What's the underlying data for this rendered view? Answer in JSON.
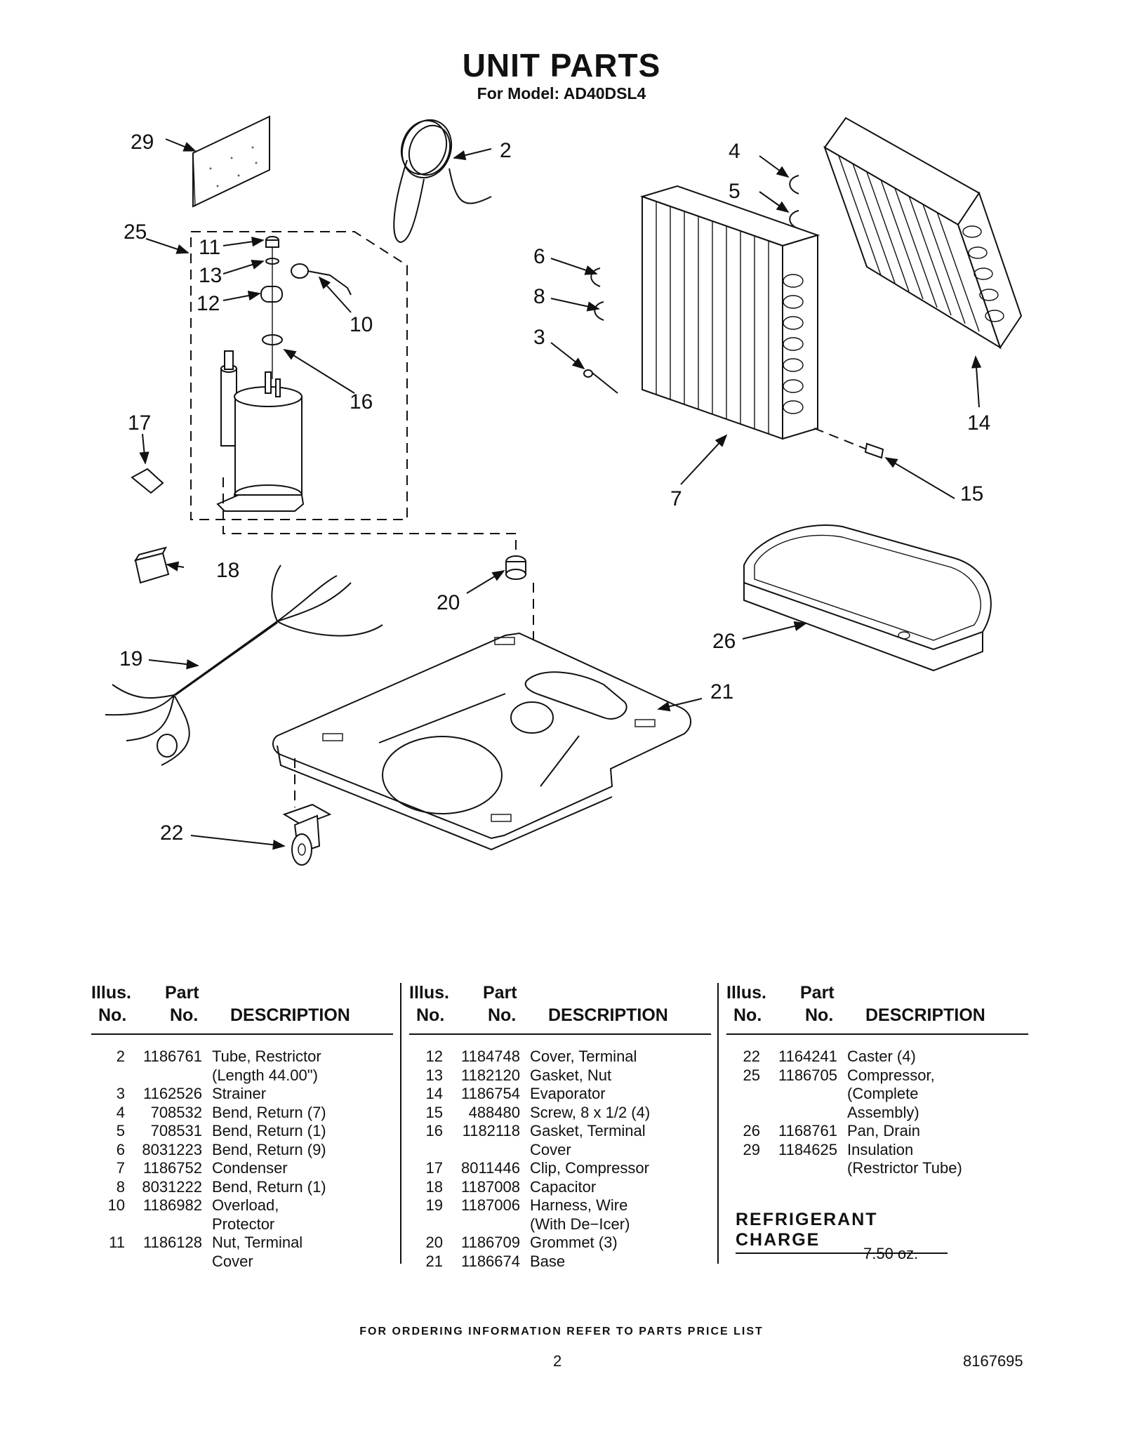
{
  "header": {
    "title": "UNIT PARTS",
    "subtitle": "For Model: AD40DSL4"
  },
  "callouts": [
    "29",
    "2",
    "4",
    "5",
    "25",
    "11",
    "13",
    "12",
    "10",
    "16",
    "17",
    "6",
    "8",
    "3",
    "14",
    "7",
    "15",
    "18",
    "20",
    "26",
    "21",
    "19",
    "22"
  ],
  "table_headers": {
    "illus": "Illus.",
    "no": "No.",
    "part": "Part",
    "description": "DESCRIPTION"
  },
  "parts_columns": [
    [
      {
        "illus": "2",
        "part": "1186761",
        "desc": [
          "Tube, Restrictor",
          "(Length 44.00\")"
        ]
      },
      {
        "illus": "3",
        "part": "1162526",
        "desc": [
          "Strainer"
        ]
      },
      {
        "illus": "4",
        "part": "708532",
        "desc": [
          "Bend, Return (7)"
        ]
      },
      {
        "illus": "5",
        "part": "708531",
        "desc": [
          "Bend, Return (1)"
        ]
      },
      {
        "illus": "6",
        "part": "8031223",
        "desc": [
          "Bend, Return (9)"
        ]
      },
      {
        "illus": "7",
        "part": "1186752",
        "desc": [
          "Condenser"
        ]
      },
      {
        "illus": "8",
        "part": "8031222",
        "desc": [
          "Bend, Return (1)"
        ]
      },
      {
        "illus": "10",
        "part": "1186982",
        "desc": [
          "Overload,",
          "Protector"
        ]
      },
      {
        "illus": "11",
        "part": "1186128",
        "desc": [
          "Nut, Terminal",
          "Cover"
        ]
      }
    ],
    [
      {
        "illus": "12",
        "part": "1184748",
        "desc": [
          "Cover, Terminal"
        ]
      },
      {
        "illus": "13",
        "part": "1182120",
        "desc": [
          "Gasket, Nut"
        ]
      },
      {
        "illus": "14",
        "part": "1186754",
        "desc": [
          "Evaporator"
        ]
      },
      {
        "illus": "15",
        "part": "488480",
        "desc": [
          "Screw, 8 x 1/2 (4)"
        ]
      },
      {
        "illus": "16",
        "part": "1182118",
        "desc": [
          "Gasket, Terminal",
          "Cover"
        ]
      },
      {
        "illus": "17",
        "part": "8011446",
        "desc": [
          "Clip, Compressor"
        ]
      },
      {
        "illus": "18",
        "part": "1187008",
        "desc": [
          "Capacitor"
        ]
      },
      {
        "illus": "19",
        "part": "1187006",
        "desc": [
          "Harness, Wire",
          "(With De−Icer)"
        ]
      },
      {
        "illus": "20",
        "part": "1186709",
        "desc": [
          "Grommet (3)"
        ]
      },
      {
        "illus": "21",
        "part": "1186674",
        "desc": [
          "Base"
        ]
      }
    ],
    [
      {
        "illus": "22",
        "part": "1164241",
        "desc": [
          "Caster (4)"
        ]
      },
      {
        "illus": "25",
        "part": "1186705",
        "desc": [
          "Compressor,",
          "(Complete",
          "Assembly)"
        ]
      },
      {
        "illus": "26",
        "part": "1168761",
        "desc": [
          "Pan, Drain"
        ]
      },
      {
        "illus": "29",
        "part": "1184625",
        "desc": [
          "Insulation",
          "(Restrictor Tube)"
        ]
      }
    ]
  ],
  "refrigerant": {
    "title": "REFRIGERANT CHARGE",
    "value": "7.50 oz."
  },
  "footer": {
    "note": "FOR ORDERING INFORMATION REFER TO PARTS PRICE LIST",
    "page": "2",
    "doc_number": "8167695"
  }
}
